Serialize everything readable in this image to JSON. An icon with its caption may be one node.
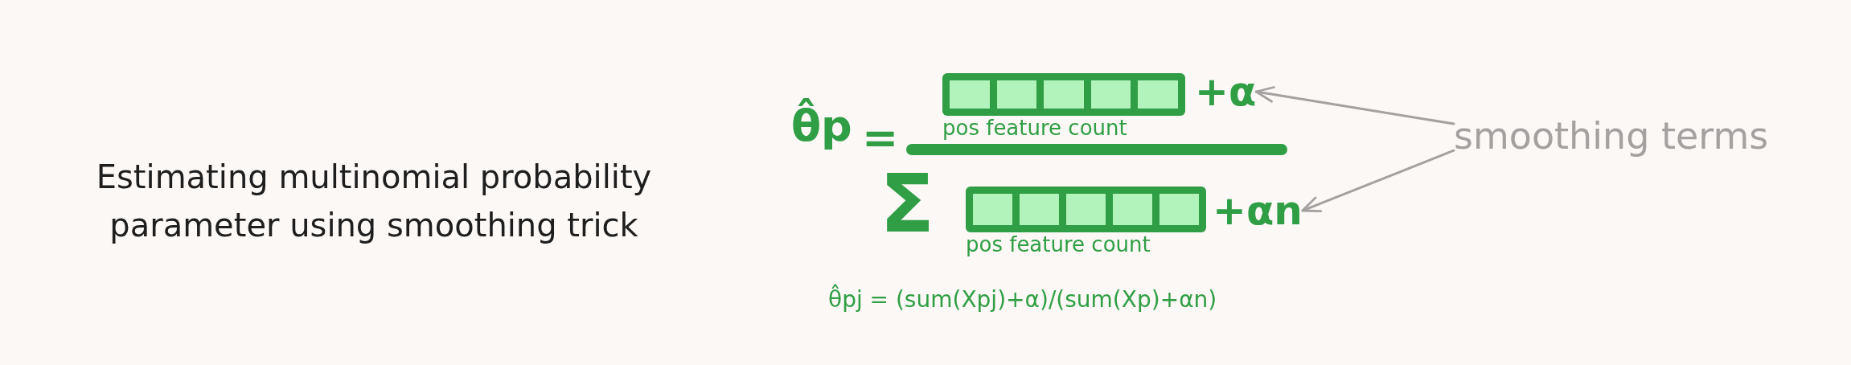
{
  "diagram": {
    "title": "Estimating multinomial probability parameter using smoothing trick",
    "nodes": [
      {
        "text": [],
        "shape": "bar",
        "beside": [
          "pos feature count"
        ]
      },
      {
        "text": [
          "+α"
        ]
      },
      {
        "text": [
          "smoothing terms"
        ]
      },
      {
        "text": [],
        "shape": "line"
      },
      {
        "text": [],
        "shape": "bar",
        "beside": [
          "pos feature count"
        ]
      },
      {
        "text": [
          "+αn"
        ]
      }
    ],
    "edges": [
      {
        "from": 2,
        "to": 1,
        "arrow": "to"
      },
      {
        "from": 2,
        "to": 5,
        "arrow": "to"
      }
    ],
    "labels": [
      "θ̂p",
      "=",
      "Σ",
      "θ̂pj = (sum(Xpj)+α)/(sum(Xp)+αn)"
    ]
  }
}
